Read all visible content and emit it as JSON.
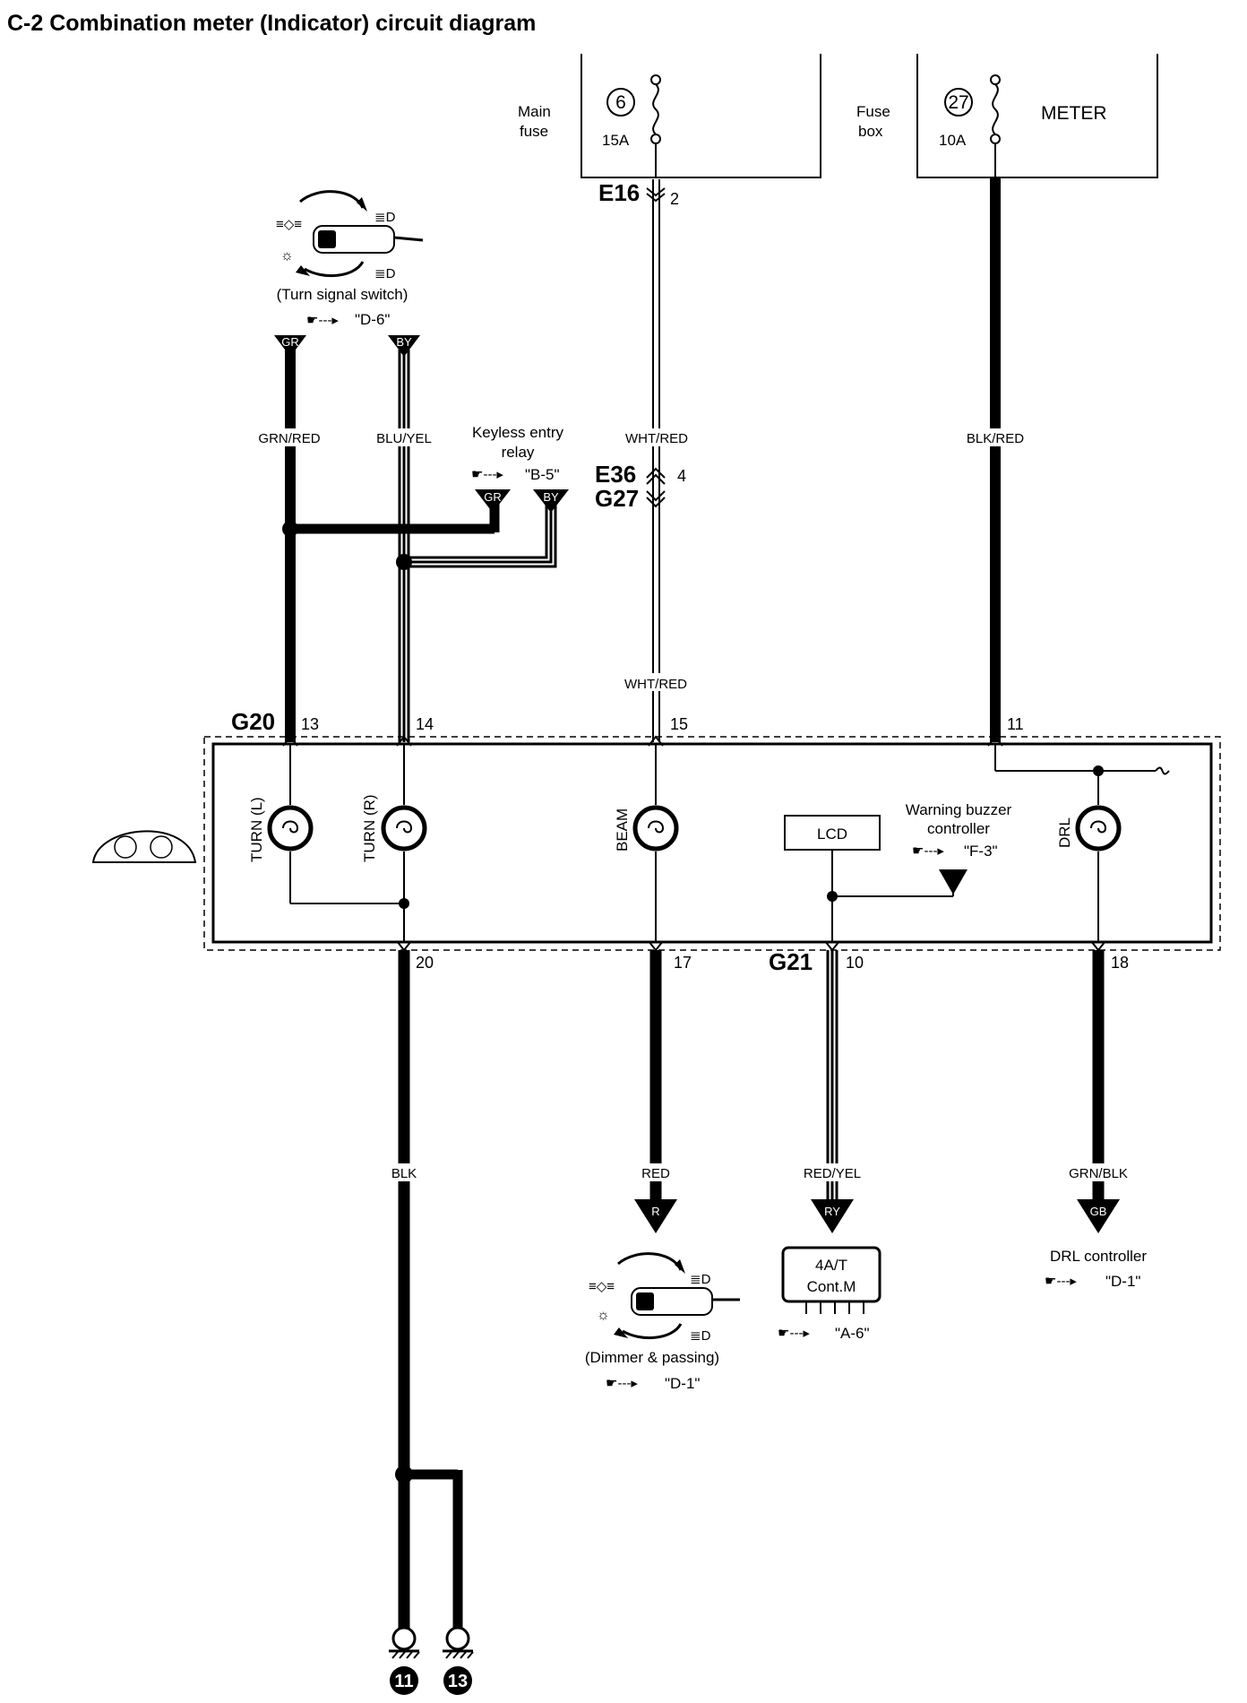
{
  "title": "C-2 Combination meter (Indicator) circuit diagram",
  "fuses": {
    "main": {
      "box_label_1": "Main",
      "box_label_2": "fuse",
      "number": "6",
      "rating": "15A"
    },
    "meter": {
      "box_label_1": "Fuse",
      "box_label_2": "box",
      "number": "27",
      "rating": "10A",
      "name": "METER"
    }
  },
  "connectors": {
    "e16": "E16",
    "e16_pin": "2",
    "e36": "E36",
    "g27": "G27",
    "e36_pin": "4",
    "g20": "G20",
    "g21": "G21"
  },
  "pins": {
    "p13": "13",
    "p14": "14",
    "p15": "15",
    "p11": "11",
    "p20": "20",
    "p17": "17",
    "p10": "10",
    "p18": "18"
  },
  "wires": {
    "grn_red": "GRN/RED",
    "blu_yel": "BLU/YEL",
    "wht_red_top": "WHT/RED",
    "wht_red_bottom": "WHT/RED",
    "blk_red": "BLK/RED",
    "blk": "BLK",
    "red": "RED",
    "red_yel": "RED/YEL",
    "grn_blk": "GRN/BLK"
  },
  "turn_switch": {
    "label": "(Turn signal switch)",
    "ref": "\"D-6\"",
    "tag_l": "GR",
    "tag_r": "BY"
  },
  "keyless": {
    "label_1": "Keyless entry",
    "label_2": "relay",
    "ref": "\"B-5\"",
    "tag_l": "GR",
    "tag_r": "BY"
  },
  "meter": {
    "turn_l": "TURN (L)",
    "turn_r": "TURN (R)",
    "beam": "BEAM",
    "lcd": "LCD",
    "drl": "DRL"
  },
  "buzzer": {
    "label_1": "Warning buzzer",
    "label_2": "controller",
    "ref": "\"F-3\""
  },
  "dimmer": {
    "tag": "R",
    "label": "(Dimmer & passing)",
    "ref": "\"D-1\""
  },
  "atcont": {
    "tag": "RY",
    "label_1": "4A/T",
    "label_2": "Cont.M",
    "ref": "\"A-6\""
  },
  "drl_ctrl": {
    "tag": "GB",
    "label": "DRL controller",
    "ref": "\"D-1\""
  },
  "grounds": {
    "g1": "11",
    "g2": "13"
  }
}
